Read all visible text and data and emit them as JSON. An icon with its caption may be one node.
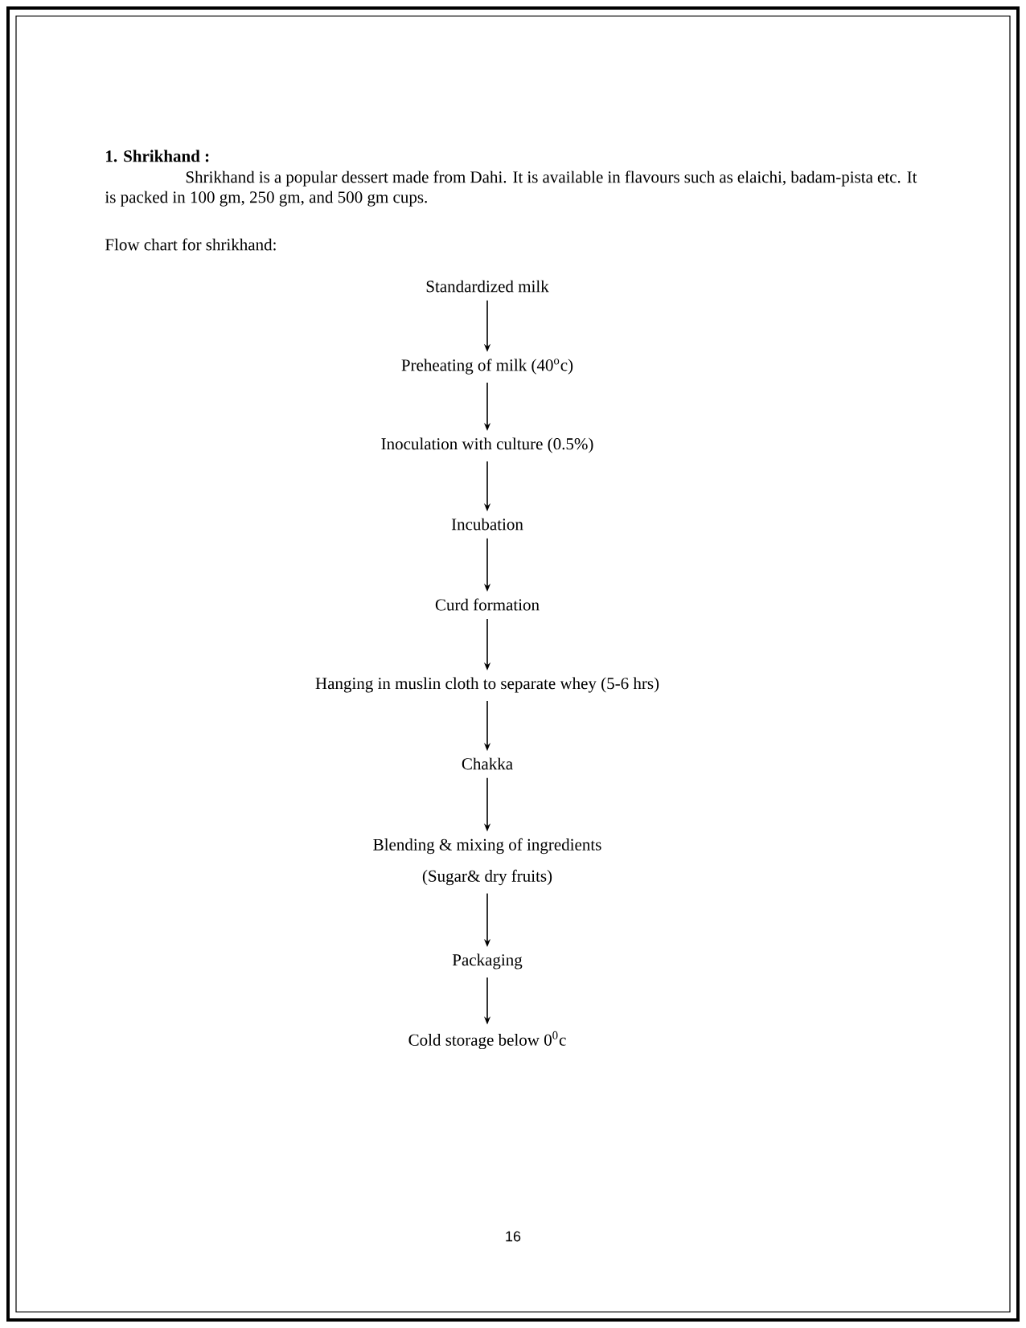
{
  "diagram": {
    "title": "1. Shrikhand :",
    "nodes": [
      {
        "text": [
          "Standardized milk"
        ]
      },
      {
        "text": [
          "Preheating of milk (40$^{o}$c)"
        ]
      },
      {
        "text": [
          "Inoculation with culture (0.5%)"
        ]
      },
      {
        "text": [
          "Incubation"
        ]
      },
      {
        "text": [
          "Curd formation"
        ]
      },
      {
        "text": [
          "Hanging in muslin cloth to separate whey (5-6 hrs)"
        ]
      },
      {
        "text": [
          "Chakka"
        ]
      },
      {
        "text": [
          "Blending & mixing of ingredients",
          "(Sugar& dry fruits)"
        ]
      },
      {
        "text": [
          "Packaging"
        ]
      },
      {
        "text": [
          "Cold storage below 0$^{0}$c"
        ]
      }
    ],
    "edges": [
      {
        "from": 0,
        "to": 1,
        "arrow": "to"
      },
      {
        "from": 1,
        "to": 2,
        "arrow": "to"
      },
      {
        "from": 2,
        "to": 3,
        "arrow": "to"
      },
      {
        "from": 3,
        "to": 4,
        "arrow": "to"
      },
      {
        "from": 4,
        "to": 5,
        "arrow": "to"
      },
      {
        "from": 5,
        "to": 6,
        "arrow": "to"
      },
      {
        "from": 6,
        "to": 7,
        "arrow": "to"
      },
      {
        "from": 7,
        "to": 8,
        "arrow": "to"
      },
      {
        "from": 8,
        "to": 9,
        "arrow": "to"
      }
    ],
    "labels": [
      "Shrikhand is a popular dessert made from Dahi. It is available in flavours such as elaichi, badam-pista etc. It is packed in 100 gm, 250 gm, and 500 gm cups.",
      "Flow chart for shrikhand:",
      "16"
    ]
  }
}
